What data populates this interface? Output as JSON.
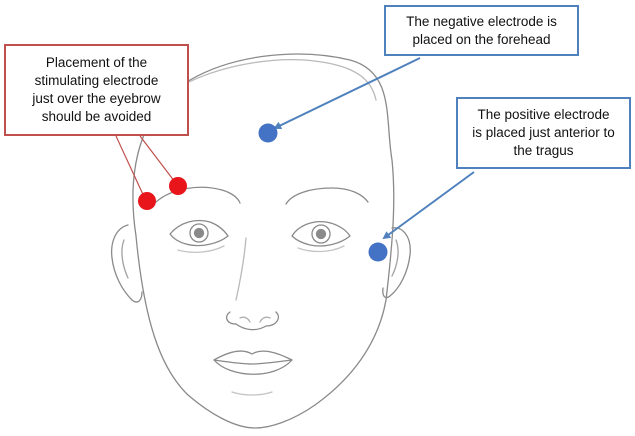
{
  "callouts": {
    "avoid": "Placement of the\nstimulating electrode\njust over the eyebrow\nshould be avoided",
    "negative": "The negative electrode is\nplaced on the forehead",
    "positive": "The positive electrode\nis placed just anterior to\nthe tragus"
  },
  "colors": {
    "red_border": "#c0504d",
    "blue_border": "#4f81bd",
    "red_electrode": "#e8161b",
    "blue_electrode": "#4472c4",
    "sketch_line": "#8a8a8a"
  },
  "icons": [
    "face-sketch",
    "electrode-dot",
    "arrow"
  ]
}
